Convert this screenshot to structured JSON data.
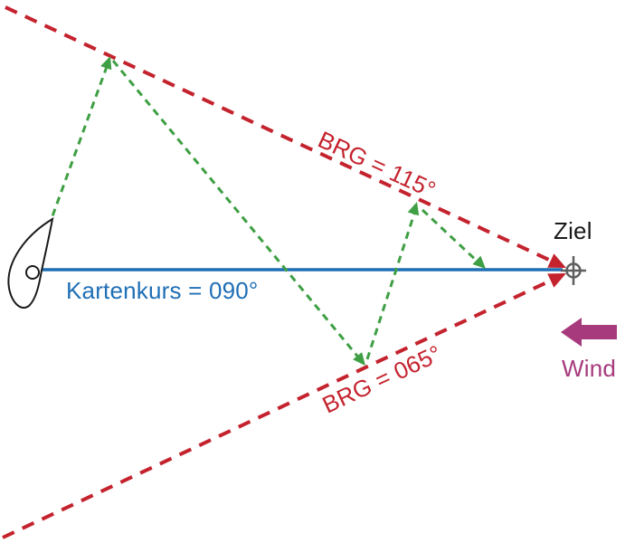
{
  "diagram": {
    "labels": {
      "course": "Kartenkurs = 090°",
      "bearing_upper": "BRG = 115°",
      "bearing_lower": "BRG = 065°",
      "target": "Ziel",
      "wind": "Wind"
    },
    "values": {
      "course_deg": "090",
      "bearing_upper_deg": "115",
      "bearing_lower_deg": "065"
    },
    "colors": {
      "course_line": "#1f6fb5",
      "bearing_lines": "#c4232e",
      "tack_track": "#3f9f44",
      "wind": "#a63a7d",
      "target_marker": "#5f5f5f",
      "boat_outline": "#1a1a1a",
      "target_text": "#1a1a1a"
    }
  }
}
